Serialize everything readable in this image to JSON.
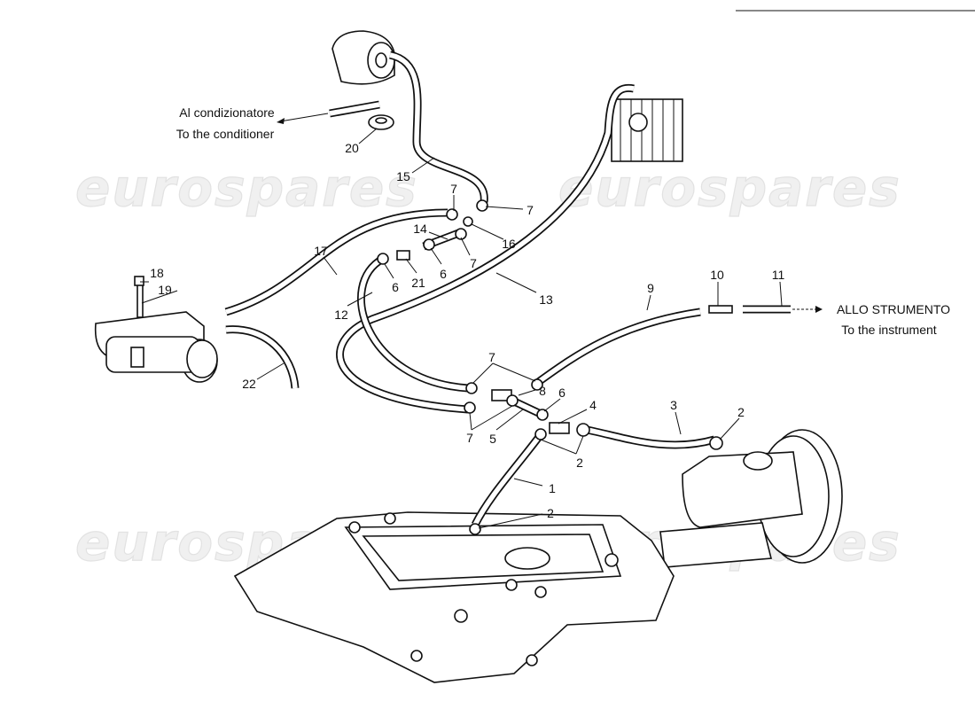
{
  "watermark": "eurospares",
  "notes": {
    "conditioner_it": "Al condizionatore",
    "conditioner_en": "To the conditioner",
    "instrument_it": "ALLO STRUMENTO",
    "instrument_en": "To the instrument"
  },
  "callouts": [
    "20",
    "15",
    "7",
    "7",
    "16",
    "14",
    "7",
    "6",
    "21",
    "6",
    "17",
    "18",
    "19",
    "13",
    "12",
    "9",
    "10",
    "11",
    "22",
    "7",
    "8",
    "6",
    "4",
    "5",
    "7",
    "2",
    "3",
    "2",
    "1",
    "2"
  ]
}
